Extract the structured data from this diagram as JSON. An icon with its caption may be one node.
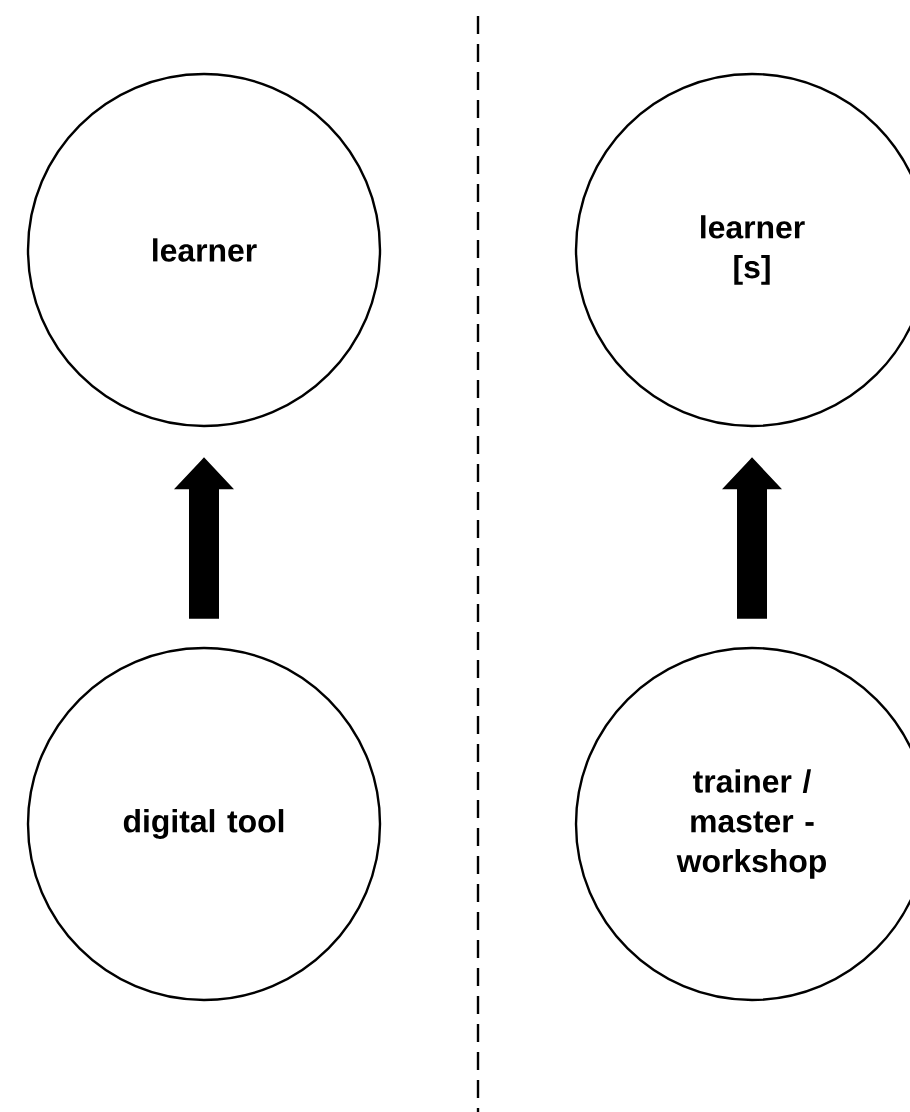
{
  "diagram": {
    "nodes": [
      {
        "text": [
          "learner"
        ]
      },
      {
        "text": [
          "learner [s]"
        ]
      },
      {
        "text": [
          "digital tool"
        ]
      },
      {
        "text": [
          "trainer / master - workshop"
        ]
      }
    ],
    "edges": [
      {
        "from": 2,
        "to": 0,
        "arrow": "to"
      },
      {
        "from": 3,
        "to": 1,
        "arrow": "to"
      }
    ]
  }
}
